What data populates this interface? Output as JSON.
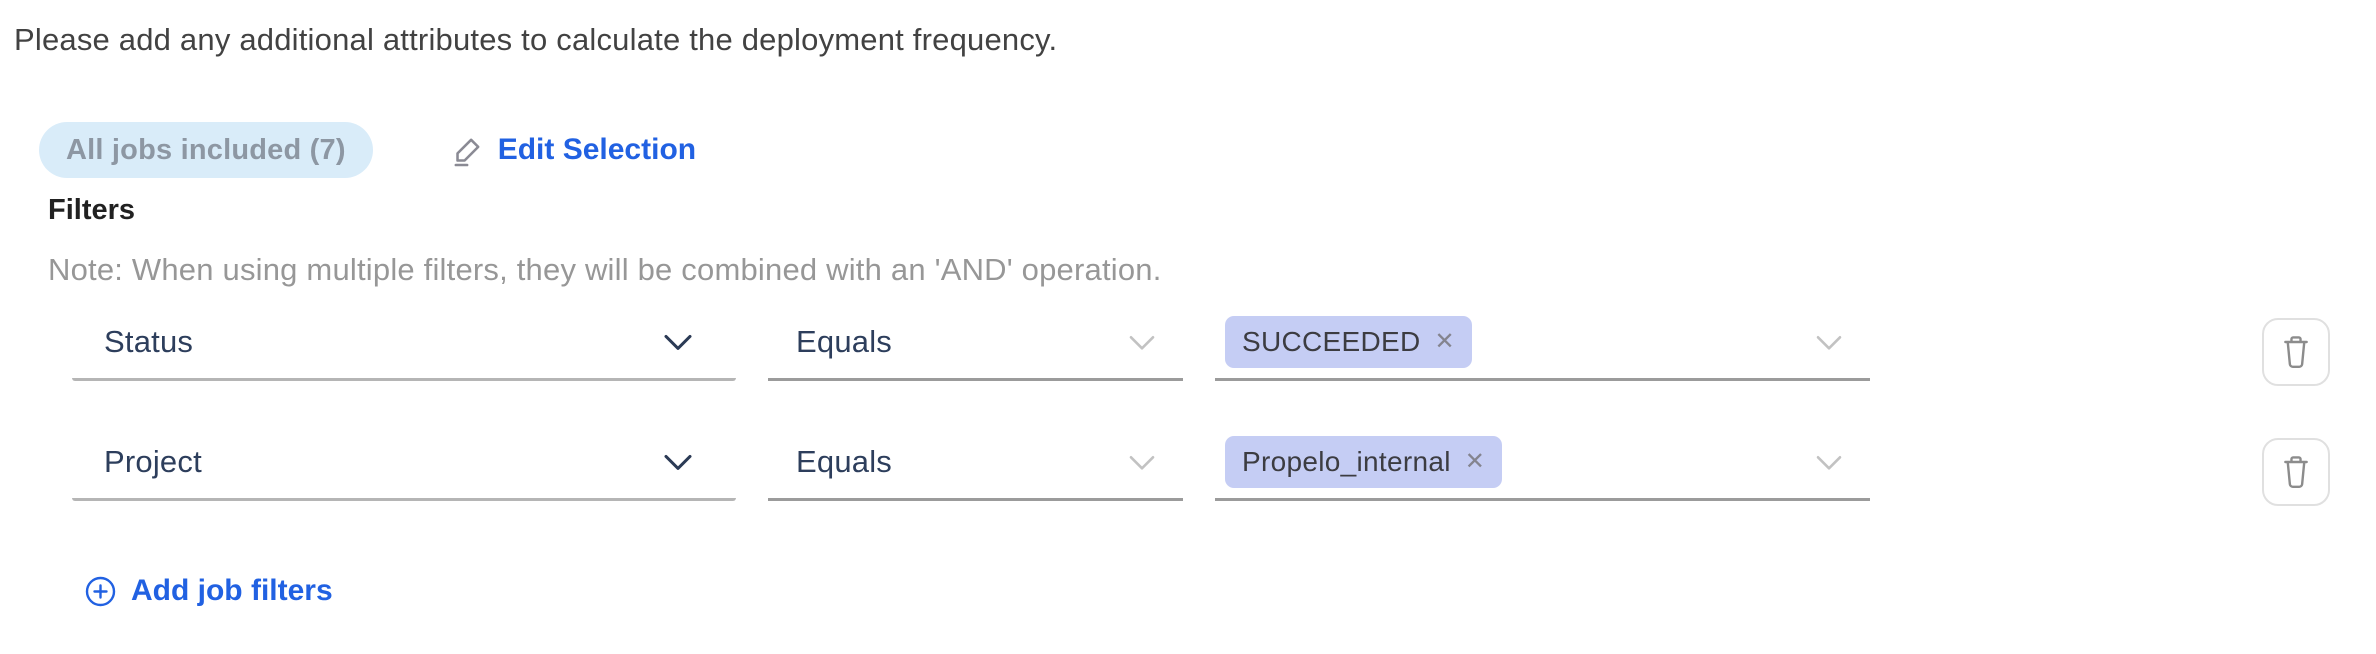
{
  "page": {
    "intro": "Please add any additional attributes to calculate the deployment frequency."
  },
  "jobs": {
    "badge_label": "All jobs included (7)",
    "edit_label": "Edit Selection"
  },
  "filters": {
    "heading": "Filters",
    "note": "Note: When using multiple filters, they will be combined with an 'AND' operation.",
    "add_label": "Add job filters",
    "rows": [
      {
        "attribute": "Status",
        "operator": "Equals",
        "value_tag": "SUCCEEDED"
      },
      {
        "attribute": "Project",
        "operator": "Equals",
        "value_tag": "Propelo_internal"
      }
    ]
  },
  "icons": {
    "tag_remove_glyph": "✕"
  },
  "colors": {
    "link_blue": "#2161e2",
    "badge_bg": "#d9ecf9",
    "badge_text": "#8d97a3",
    "tag_bg": "#c5cdf4",
    "select_text": "#2d3e5c",
    "note_gray": "#979797",
    "icon_gray": "#8c8c8c"
  }
}
